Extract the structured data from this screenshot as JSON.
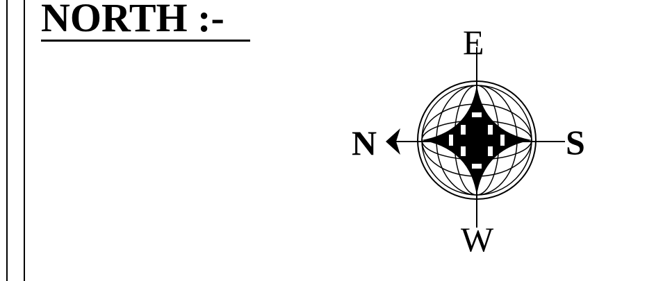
{
  "heading": {
    "text": "NORTH :-"
  },
  "compass": {
    "labels": {
      "top": "E",
      "bottom": "W",
      "left": "N",
      "right": "S"
    },
    "icon": "globe-compass-rose-icon"
  },
  "colors": {
    "ink": "#000000",
    "background": "#ffffff"
  }
}
